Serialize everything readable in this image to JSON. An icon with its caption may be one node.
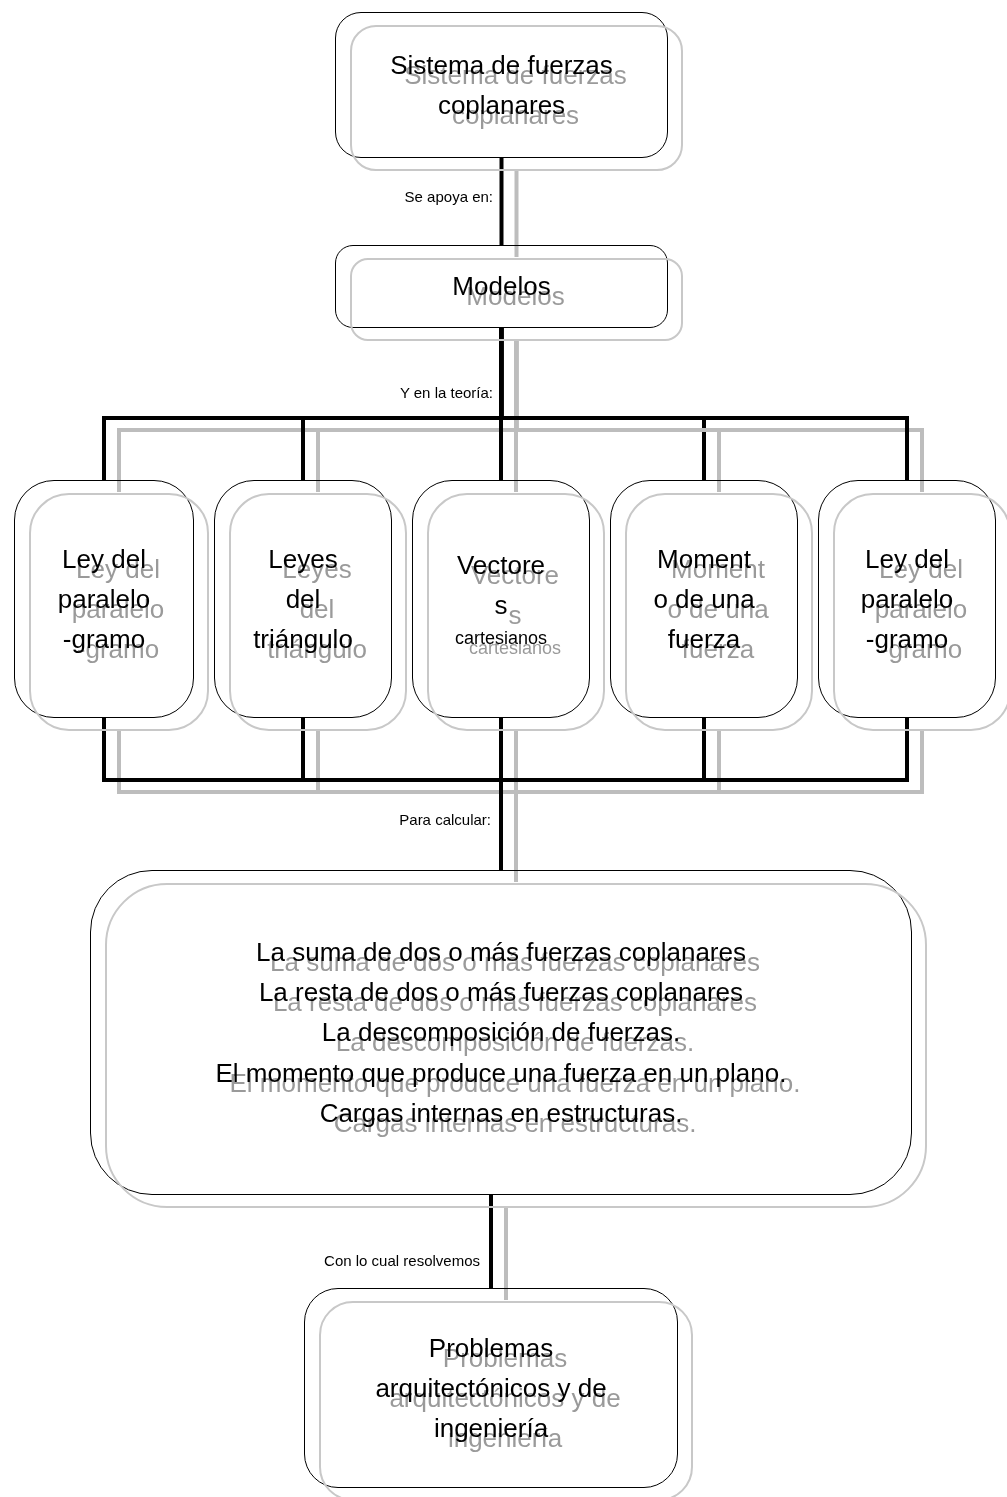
{
  "diagram": {
    "nodes": [
      {
        "text": [
          "Sistema de fuerzas coplanares"
        ]
      },
      {
        "text": [
          "Modelos"
        ]
      },
      {
        "text": [
          "Ley del paralelo -gramo"
        ]
      },
      {
        "text": [
          "Leyes del triángulo"
        ]
      },
      {
        "text": [
          "Vectore s",
          "cartesianos"
        ]
      },
      {
        "text": [
          "Moment o de una fuerza"
        ]
      },
      {
        "text": [
          "Ley del paralelo -gramo"
        ]
      },
      {
        "text": [
          "La suma de dos o más fuerzas coplanares",
          "La resta de dos o más fuerzas coplanares",
          "La descomposición de fuerzas.",
          "El momento que produce una fuerza en un plano.",
          "Cargas internas en estructuras."
        ]
      },
      {
        "text": [
          "Problemas arquitectónicos y de ingeniería"
        ]
      }
    ],
    "edges": [
      {
        "from": 0,
        "to": 1,
        "arrow": "none",
        "label": "Se apoya en:"
      },
      {
        "from": 1,
        "to": 2,
        "arrow": "none"
      },
      {
        "from": 1,
        "to": 3,
        "arrow": "none"
      },
      {
        "from": 1,
        "to": 4,
        "arrow": "none",
        "label": "Y en la teoría:"
      },
      {
        "from": 1,
        "to": 5,
        "arrow": "none"
      },
      {
        "from": 1,
        "to": 6,
        "arrow": "none"
      },
      {
        "from": 2,
        "to": 7,
        "arrow": "none"
      },
      {
        "from": 3,
        "to": 7,
        "arrow": "none"
      },
      {
        "from": 4,
        "to": 7,
        "arrow": "none",
        "label": "Para calcular:"
      },
      {
        "from": 5,
        "to": 7,
        "arrow": "none"
      },
      {
        "from": 6,
        "to": 7,
        "arrow": "none"
      },
      {
        "from": 7,
        "to": 8,
        "arrow": "none",
        "label": "Con lo cual resolvemos"
      }
    ]
  }
}
